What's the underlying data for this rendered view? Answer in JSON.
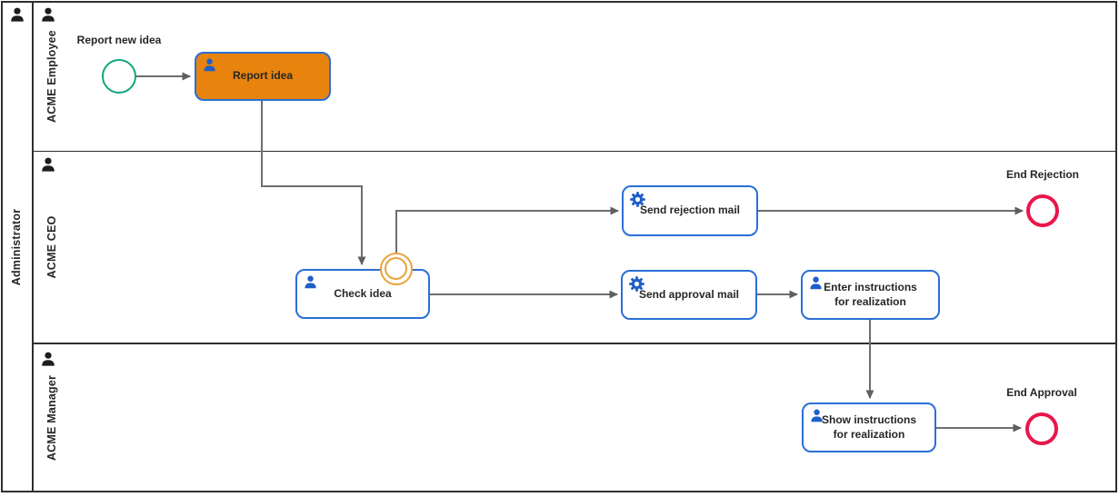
{
  "pool": {
    "label": "Administrator"
  },
  "lanes": [
    {
      "label": "ACME Employee"
    },
    {
      "label": "ACME CEO"
    },
    {
      "label": "ACME Manager"
    }
  ],
  "nodes": {
    "start_event": {
      "label": "Report new idea",
      "type": "start-event"
    },
    "task_report_idea": {
      "label": "Report idea",
      "type": "user-task",
      "highlighted": true
    },
    "task_check_idea": {
      "label": "Check idea",
      "type": "user-task"
    },
    "boundary_event": {
      "type": "boundary-event"
    },
    "task_send_rejection": {
      "label": "Send rejection mail",
      "type": "service-task"
    },
    "task_send_approval": {
      "label": "Send approval mail",
      "type": "service-task"
    },
    "task_enter_instructions": {
      "label": "Enter instructions for realization",
      "type": "user-task"
    },
    "task_show_instructions": {
      "label": "Show instructions for realization",
      "type": "user-task"
    },
    "end_rejection": {
      "label": "End Rejection",
      "type": "end-event"
    },
    "end_approval": {
      "label": "End Approval",
      "type": "end-event"
    }
  },
  "flows": [
    {
      "from": "start_event",
      "to": "task_report_idea"
    },
    {
      "from": "task_report_idea",
      "to": "task_check_idea"
    },
    {
      "from": "boundary_event",
      "to": "task_send_rejection"
    },
    {
      "from": "task_send_rejection",
      "to": "end_rejection"
    },
    {
      "from": "task_check_idea",
      "to": "task_send_approval"
    },
    {
      "from": "task_send_approval",
      "to": "task_enter_instructions"
    },
    {
      "from": "task_enter_instructions",
      "to": "task_show_instructions"
    },
    {
      "from": "task_show_instructions",
      "to": "end_approval"
    }
  ],
  "colors": {
    "task_border": "#2a6fd6",
    "task_highlight_fill": "#e8830d",
    "icon_blue": "#1f5ec7",
    "start_event": "#12a57e",
    "end_event": "#e8174b",
    "boundary_event": "#e9a23b",
    "connector": "#6e6e6e",
    "frame": "#2f2f2f"
  }
}
